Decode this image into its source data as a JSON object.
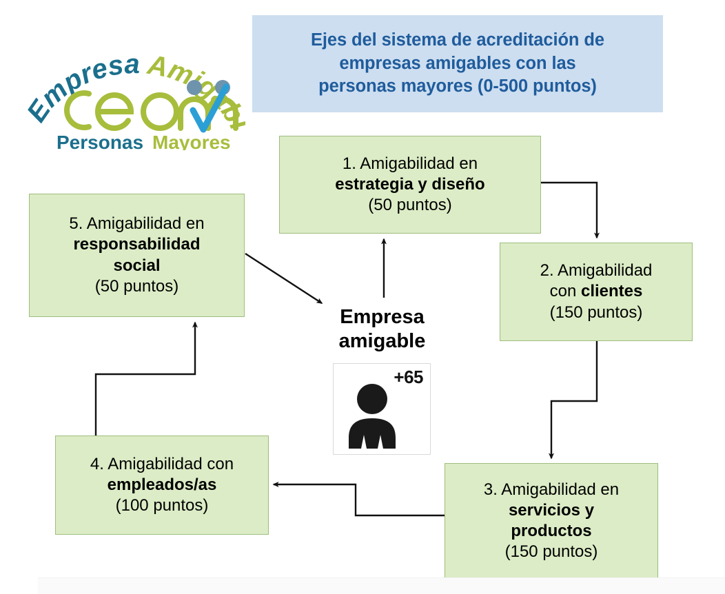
{
  "header": {
    "title": "Ejes del sistema de acreditación de\nempresas amigables con las\npersonas mayores (0-500 puntos)",
    "banner_color": "#cddef0",
    "text_color": "#1f5c9c"
  },
  "logo": {
    "arc_text_1": "Empresa",
    "arc_text_2": "Amigable",
    "wordmark": "ceoma",
    "tagline_1": "Personas",
    "tagline_2": "Mayores",
    "teal": "#1b6f8c",
    "green": "#a7bd3c",
    "blue": "#2a9fd6"
  },
  "center": {
    "label_line_1": "Empresa",
    "label_line_2": "amigable",
    "age_badge": "+65"
  },
  "nodes": [
    {
      "id": "node1",
      "line1": "1. Amigabilidad en",
      "line2": "estrategia y diseño",
      "line3": "(50 puntos)",
      "points": "50"
    },
    {
      "id": "node2",
      "line1": "2. Amigabilidad",
      "line2a": "con ",
      "line2b": "clientes",
      "line3": "(150 puntos)",
      "points": "150"
    },
    {
      "id": "node3",
      "line1": "3. Amigabilidad en",
      "line2": "servicios y",
      "line3": "productos",
      "line4": "(150 puntos)",
      "points": "150"
    },
    {
      "id": "node4",
      "line1": "4. Amigabilidad con",
      "line2": "empleados/as",
      "line3": "(100 puntos)",
      "points": "100"
    },
    {
      "id": "node5",
      "line1": "5. Amigabilidad en",
      "line2": "responsabilidad",
      "line3": "social",
      "line4": "(50 puntos)",
      "points": "50"
    }
  ],
  "style": {
    "node_fill": "#dcecc6",
    "node_border": "#9dbd7d",
    "connector_color": "#111111"
  }
}
